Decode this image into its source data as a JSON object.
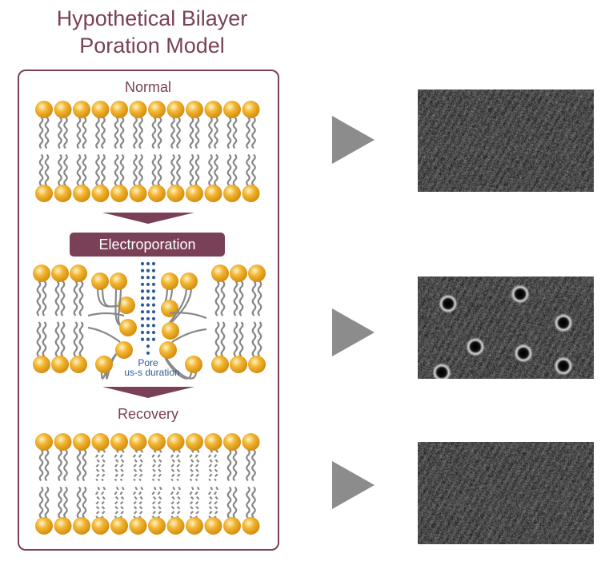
{
  "title_line1": "Hypothetical Bilayer",
  "title_line2": "Poration Model",
  "labels": {
    "normal": "Normal",
    "electroporation": "Electroporation",
    "pore_line1": "Pore",
    "pore_line2": "us-s duration",
    "recovery": "Recovery"
  },
  "colors": {
    "accent": "#7a4058",
    "lipid_head": "#f2b632",
    "lipid_tail": "#888888",
    "pore_dots": "#2d5a9c",
    "arrow": "#8c8c8c"
  }
}
